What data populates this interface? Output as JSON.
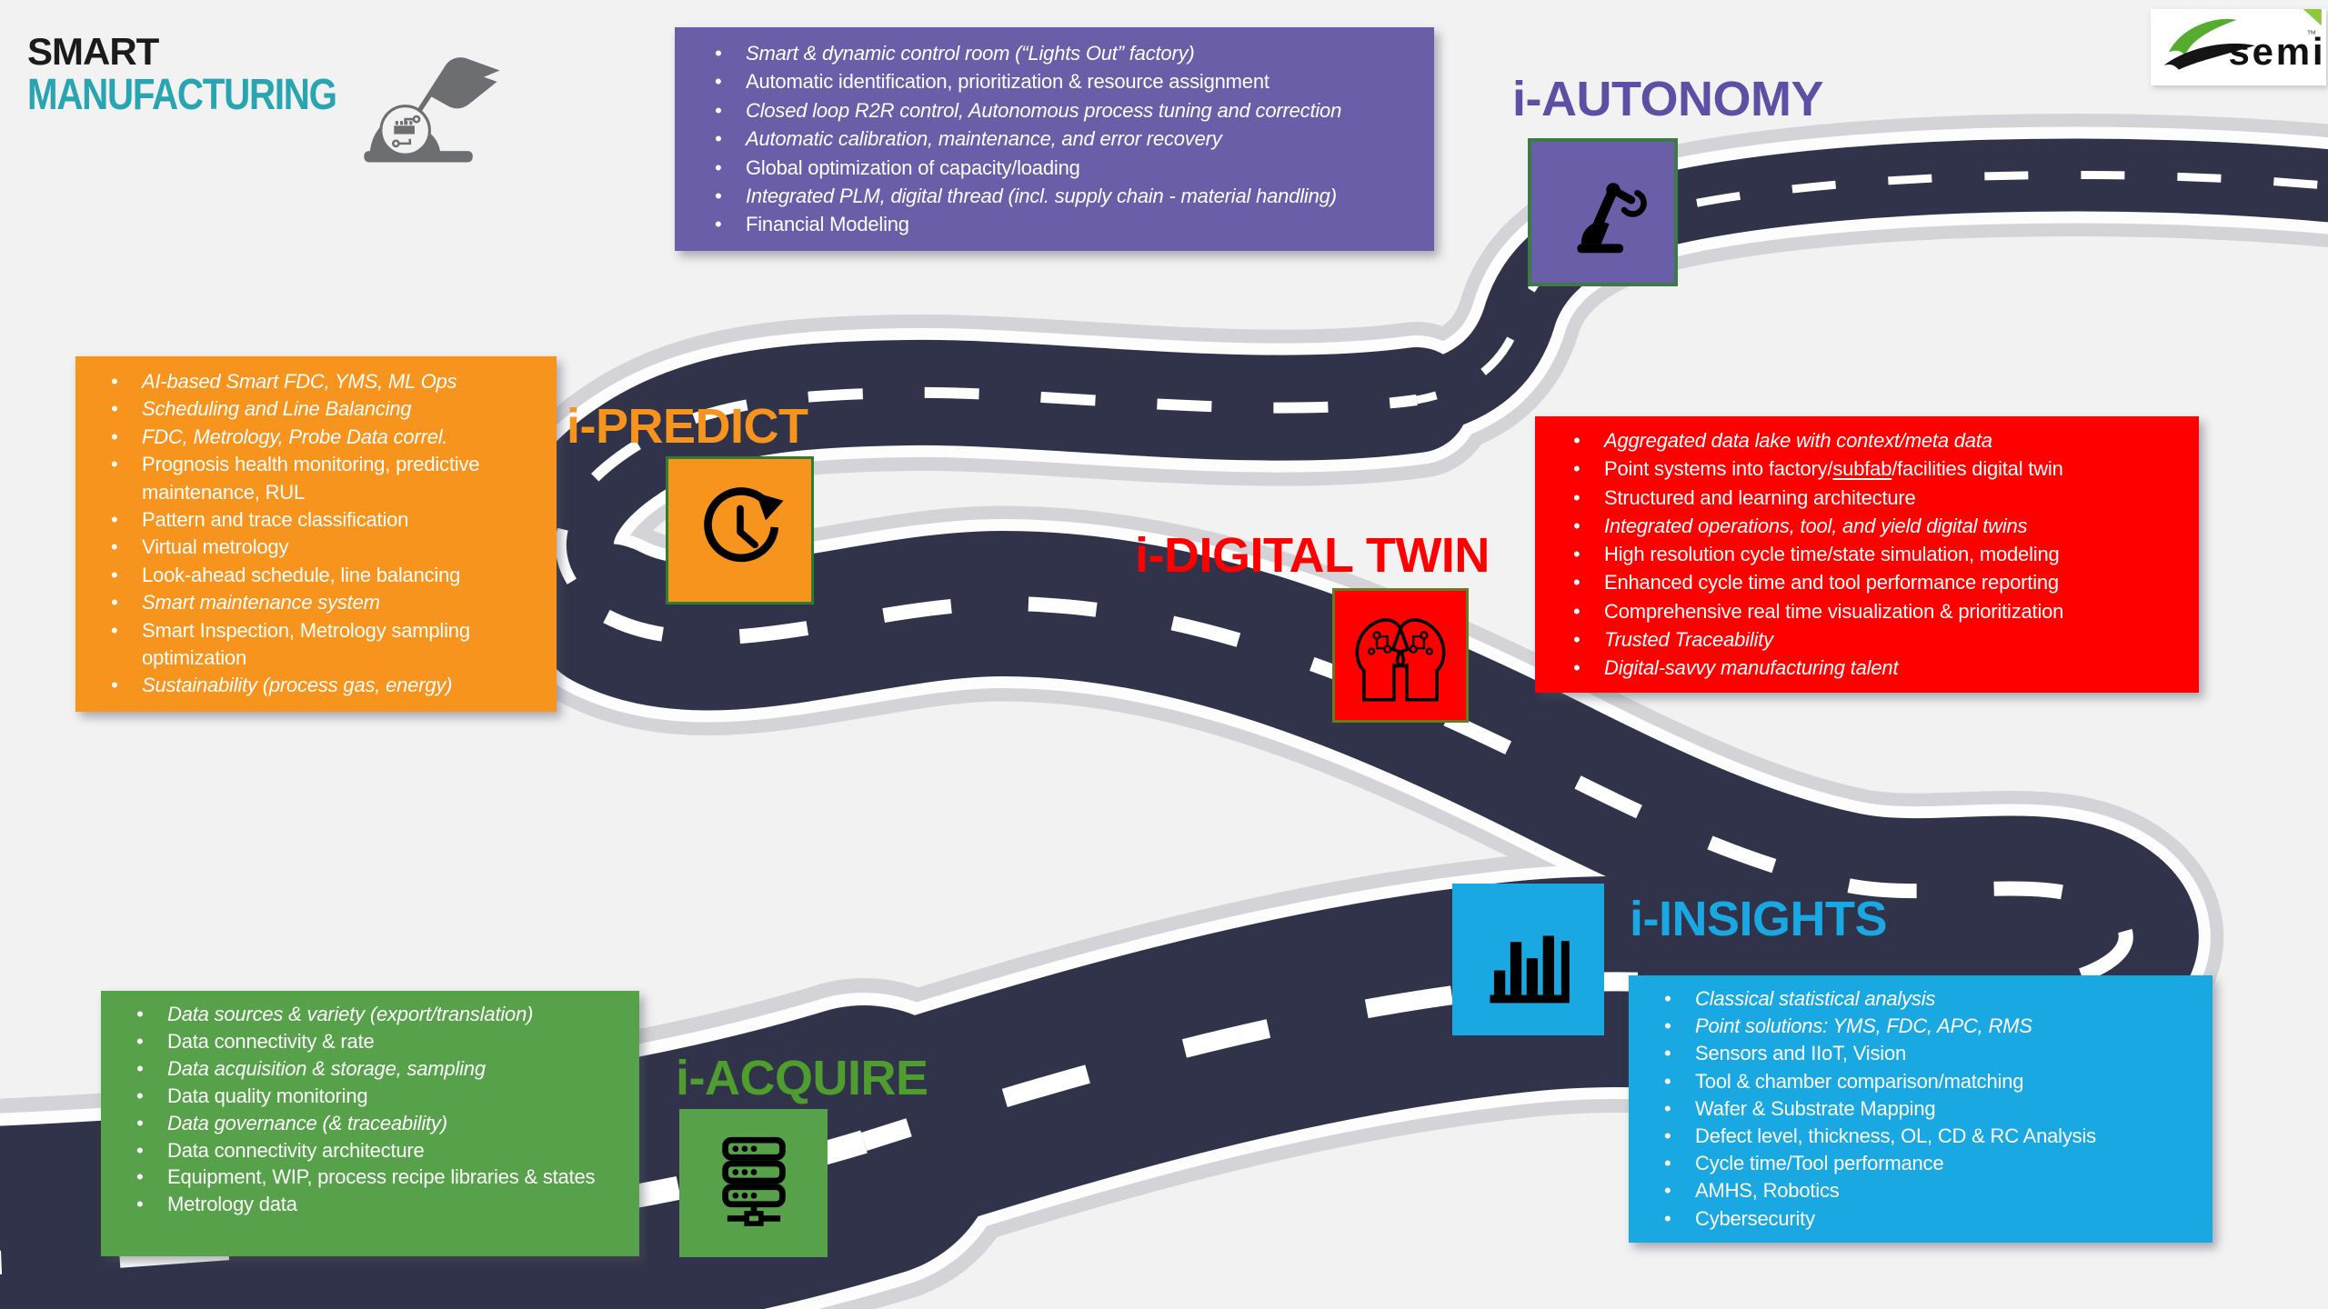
{
  "logo": {
    "line1": "SMART",
    "line2": "MANUFACTURING",
    "line1_color": "#1b1b1b",
    "line2_color": "#29a5b2"
  },
  "semi": {
    "wordmark": "semi",
    "trademark": "™"
  },
  "road": {
    "asphalt_color": "#303349",
    "shoulder_color": "#d4d4d8",
    "edge_line_color": "#ffffff",
    "dash_color": "#ffffff"
  },
  "stages": {
    "autonomy": {
      "label": "i-AUTONOMY",
      "label_color": "#5b50a3",
      "panel_color": "#6a5ea9",
      "icon": "robot-arm-icon",
      "items": [
        {
          "text": "Smart & dynamic control room (“Lights Out” factory)",
          "italic": true
        },
        {
          "text": "Automatic identification, prioritization & resource assignment",
          "italic": false
        },
        {
          "text": "Closed loop R2R control, Autonomous process tuning and correction",
          "italic": true
        },
        {
          "text": "Automatic calibration, maintenance, and error recovery",
          "italic": true
        },
        {
          "text": "Global optimization of capacity/loading",
          "italic": false
        },
        {
          "text": "Integrated PLM, digital thread (incl. supply chain - material handling)",
          "italic": true
        },
        {
          "text": "Financial Modeling",
          "italic": false
        }
      ]
    },
    "predict": {
      "label": "i-PREDICT",
      "label_color": "#f7941d",
      "panel_color": "#f7941d",
      "icon": "clock-rotate-icon",
      "items": [
        {
          "text": "AI-based Smart FDC, YMS, ML Ops",
          "italic": true
        },
        {
          "text": "Scheduling and Line Balancing",
          "italic": true
        },
        {
          "text": "FDC, Metrology, Probe Data correl.",
          "italic": true
        },
        {
          "text": "Prognosis health monitoring, predictive maintenance, RUL",
          "italic": false
        },
        {
          "text": "Pattern and trace classification",
          "italic": false
        },
        {
          "text": "Virtual metrology",
          "italic": false
        },
        {
          "text": "Look-ahead schedule, line balancing",
          "italic": false
        },
        {
          "text": "Smart maintenance system",
          "italic": true
        },
        {
          "text": "Smart Inspection, Metrology sampling optimization",
          "italic": false
        },
        {
          "text": "Sustainability (process gas, energy)",
          "italic": true
        }
      ]
    },
    "digital_twin": {
      "label": "i-DIGITAL TWIN",
      "label_color": "#fe0000",
      "panel_color": "#fe0000",
      "icon": "twin-heads-icon",
      "items": [
        {
          "text": "Aggregated data lake with context/meta data",
          "italic": true
        },
        {
          "text": "Point systems into factory/subfab/facilities digital twin",
          "italic": false,
          "parts": [
            "Point systems into factory/",
            "subfab",
            "/facilities digital twin"
          ]
        },
        {
          "text": "Structured and learning architecture",
          "italic": false
        },
        {
          "text": "Integrated operations, tool, and yield digital twins",
          "italic": true
        },
        {
          "text": "High resolution cycle time/state simulation, modeling",
          "italic": false
        },
        {
          "text": "Enhanced cycle time and tool performance reporting",
          "italic": false
        },
        {
          "text": "Comprehensive real time visualization & prioritization",
          "italic": false
        },
        {
          "text": "Trusted Traceability",
          "italic": true
        },
        {
          "text": "Digital-savvy manufacturing talent",
          "italic": true
        }
      ]
    },
    "insights": {
      "label": "i-INSIGHTS",
      "label_color": "#1aa8e2",
      "panel_color": "#1aa8e2",
      "icon": "bar-chart-icon",
      "items": [
        {
          "text": "Classical statistical analysis",
          "italic": true
        },
        {
          "text": "Point solutions: YMS, FDC, APC, RMS",
          "italic": true
        },
        {
          "text": "Sensors and IIoT, Vision",
          "italic": false
        },
        {
          "text": "Tool & chamber comparison/matching",
          "italic": false
        },
        {
          "text": "Wafer & Substrate Mapping",
          "italic": false
        },
        {
          "text": "Defect level, thickness, OL, CD & RC Analysis",
          "italic": false
        },
        {
          "text": "Cycle time/Tool performance",
          "italic": false
        },
        {
          "text": "AMHS, Robotics",
          "italic": false
        },
        {
          "text": "Cybersecurity",
          "italic": false
        }
      ]
    },
    "acquire": {
      "label": "i-ACQUIRE",
      "label_color": "#4e9d2e",
      "panel_color": "#56a14a",
      "icon": "server-stack-icon",
      "items": [
        {
          "text": "Data sources & variety (export/translation)",
          "italic": true
        },
        {
          "text": "Data connectivity & rate",
          "italic": false
        },
        {
          "text": "Data acquisition & storage, sampling",
          "italic": true
        },
        {
          "text": "Data quality monitoring",
          "italic": false
        },
        {
          "text": "Data governance (& traceability)",
          "italic": true
        },
        {
          "text": "Data connectivity architecture",
          "italic": false
        },
        {
          "text": "Equipment, WIP, process recipe libraries & states",
          "italic": false
        },
        {
          "text": "Metrology data",
          "italic": false
        }
      ]
    }
  }
}
